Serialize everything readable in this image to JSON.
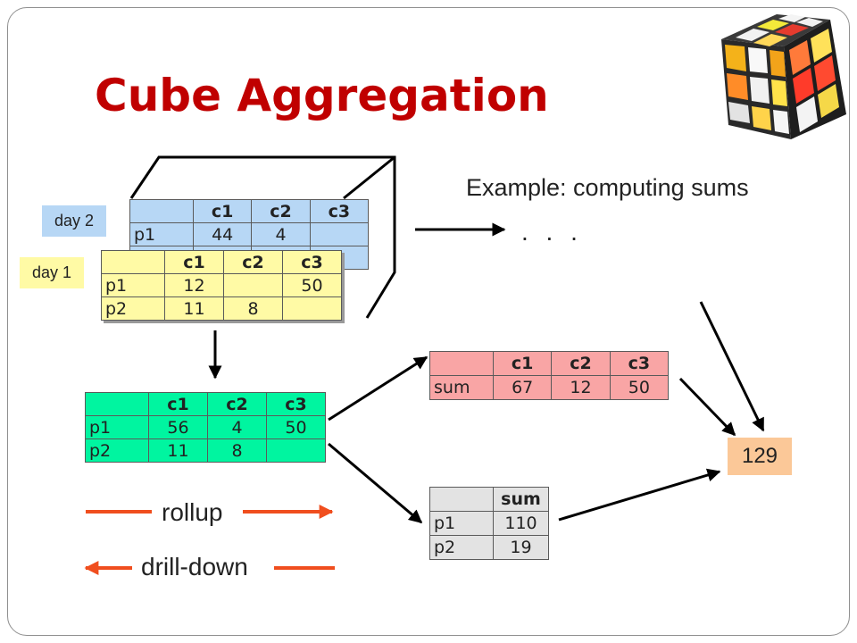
{
  "title": "Cube Aggregation",
  "example_label": "Example: computing sums",
  "ellipsis": ". . .",
  "day_labels": {
    "day2": "day 2",
    "day1": "day 1"
  },
  "tables": {
    "day2": {
      "header": [
        "",
        "c1",
        "c2",
        "c3"
      ],
      "rows": [
        [
          "p1",
          "44",
          "4",
          ""
        ]
      ]
    },
    "day1": {
      "header": [
        "",
        "c1",
        "c2",
        "c3"
      ],
      "rows": [
        [
          "p1",
          "12",
          "",
          "50"
        ],
        [
          "p2",
          "11",
          "8",
          ""
        ]
      ]
    },
    "aggregate": {
      "header": [
        "",
        "c1",
        "c2",
        "c3"
      ],
      "rows": [
        [
          "p1",
          "56",
          "4",
          "50"
        ],
        [
          "p2",
          "11",
          "8",
          ""
        ]
      ]
    },
    "column_sums": {
      "header": [
        "",
        "c1",
        "c2",
        "c3"
      ],
      "rows": [
        [
          "sum",
          "67",
          "12",
          "50"
        ]
      ]
    },
    "row_sums": {
      "header": [
        "",
        "sum"
      ],
      "rows": [
        [
          "p1",
          "110"
        ],
        [
          "p2",
          "19"
        ]
      ]
    }
  },
  "total": "129",
  "legend": {
    "rollup": "rollup",
    "drill_down": "drill-down"
  },
  "colors": {
    "title": "#c00000",
    "day2": "#b7d7f5",
    "day1": "#fffaa5",
    "aggregate": "#00f5a0",
    "column_sums": "#f9a5a5",
    "row_sums": "#e3e3e3",
    "total": "#fbc898",
    "legend_arrow": "#f04e1e"
  },
  "icons": [
    "rubiks-cube-icon"
  ]
}
